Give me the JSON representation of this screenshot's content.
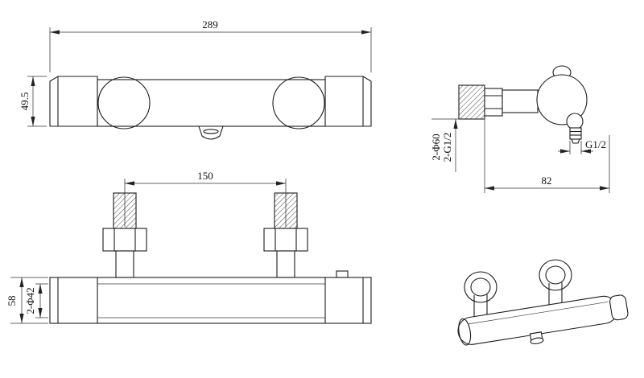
{
  "views": {
    "front": {
      "dim_width": "289",
      "dim_height": "49.5"
    },
    "side": {
      "dim_escutcheon": "2-Φ60",
      "dim_inlet_thread": "2-G1/2",
      "dim_outlet_thread": "G1/2",
      "dim_wall_distance": "82"
    },
    "top": {
      "dim_inlet_spacing": "150",
      "dim_body_height": "58",
      "dim_handle_diameter": "2-Φ42"
    }
  }
}
